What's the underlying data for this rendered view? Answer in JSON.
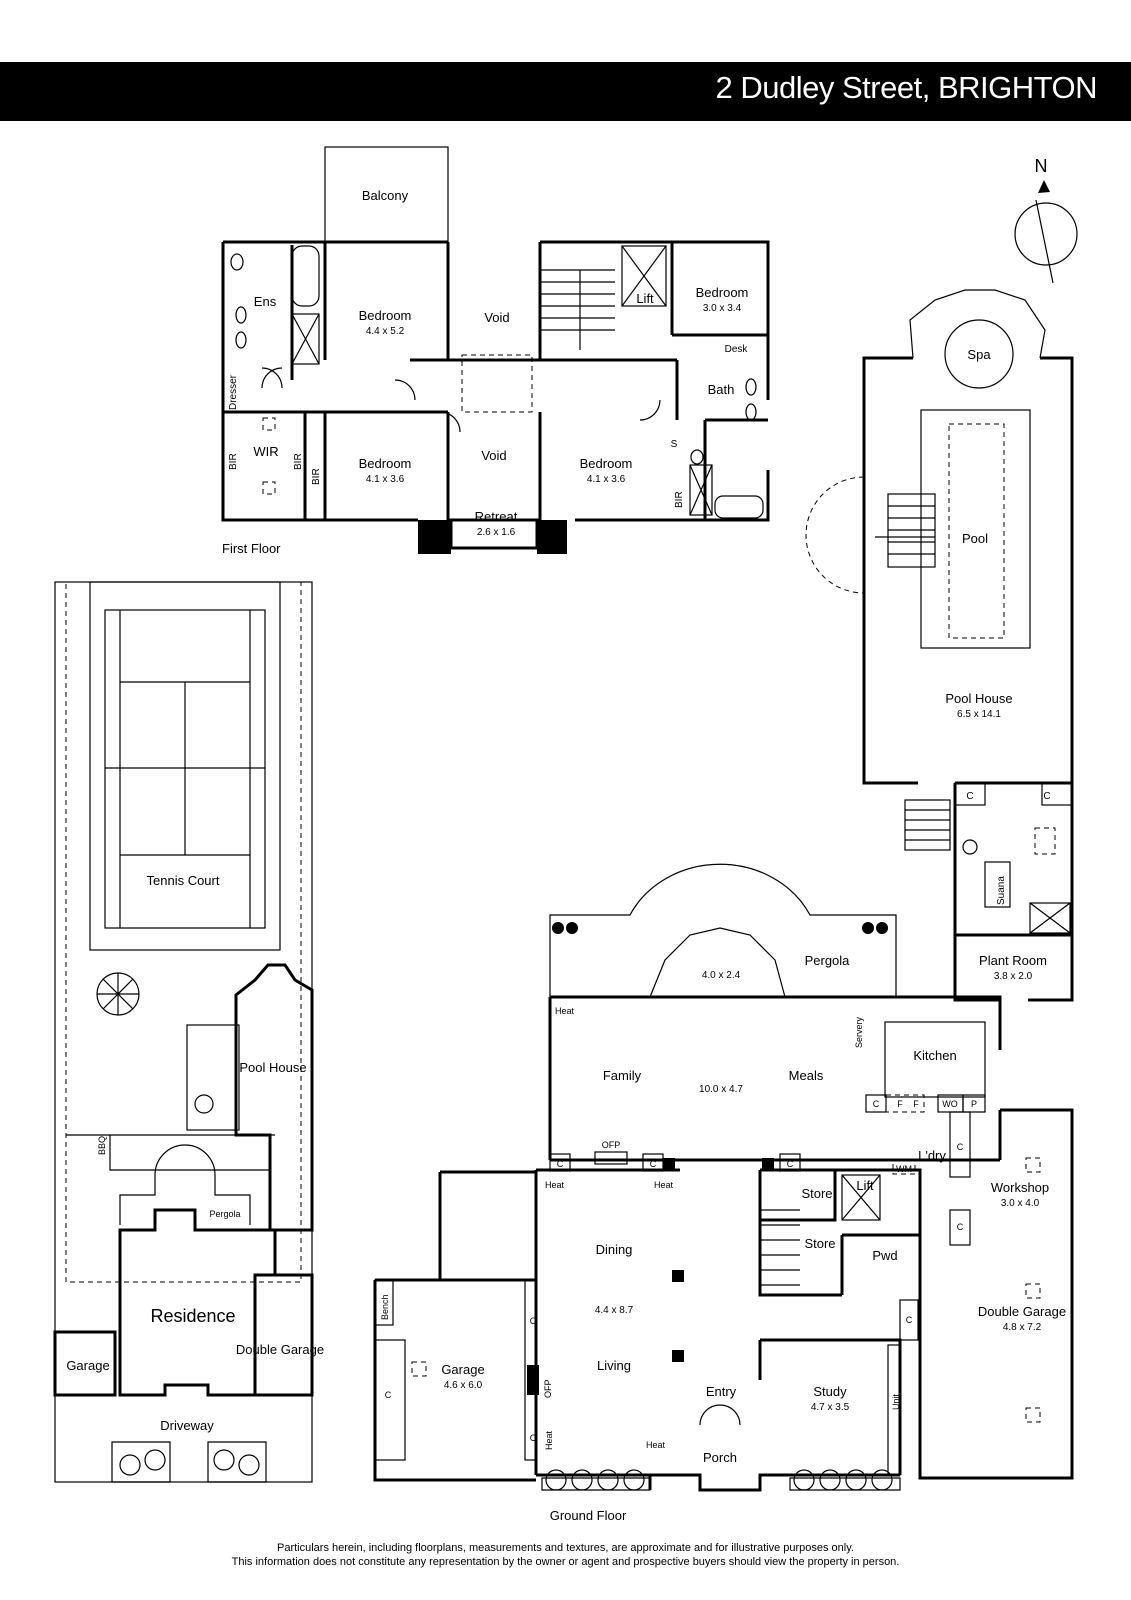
{
  "header": {
    "address": "2 Dudley Street, BRIGHTON"
  },
  "compass": {
    "letter": "N"
  },
  "first_floor": {
    "caption": "First Floor",
    "rooms": {
      "balcony": "Balcony",
      "ens": "Ens",
      "bedroom1": "Bedroom",
      "bedroom1_dim": "4.4 x 5.2",
      "void1": "Void",
      "lift": "Lift",
      "bedroom2": "Bedroom",
      "bedroom2_dim": "3.0 x 3.4",
      "desk": "Desk",
      "bath": "Bath",
      "dresser": "Dresser",
      "wir": "WIR",
      "bir1": "BIR",
      "bir2": "BIR",
      "bir3": "BIR",
      "bir4": "BIR",
      "bedroom3": "Bedroom",
      "bedroom3_dim": "4.1 x 3.6",
      "void2": "Void",
      "bedroom4": "Bedroom",
      "bedroom4_dim": "4.1 x 3.6",
      "s": "S",
      "retreat": "Retreat",
      "retreat_dim": "2.6 x 1.6"
    }
  },
  "site_plan": {
    "tennis": "Tennis Court",
    "pool_house": "Pool House",
    "bbq": "BBQ",
    "pergola": "Pergola",
    "residence": "Residence",
    "garage": "Garage",
    "double_garage": "Double Garage",
    "driveway": "Driveway"
  },
  "pool_house": {
    "spa": "Spa",
    "pool": "Pool",
    "pool_house": "Pool House",
    "pool_house_dim": "6.5 x 14.1",
    "c1": "C",
    "c2": "C",
    "suana": "Suana",
    "plant_room": "Plant Room",
    "plant_room_dim": "3.8 x 2.0"
  },
  "ground_floor": {
    "caption": "Ground Floor",
    "rooms": {
      "pergola": "Pergola",
      "bay_dim": "4.0 x 2.4",
      "heat1": "Heat",
      "family": "Family",
      "family_dim": "10.0 x 4.7",
      "meals": "Meals",
      "servery": "Servery",
      "kitchen": "Kitchen",
      "c1": "C",
      "f1": "F",
      "f2": "F",
      "wo": "WO",
      "p": "P",
      "c2": "C",
      "ofp1": "OFP",
      "c3": "C",
      "c4": "C",
      "heat2": "Heat",
      "heat3": "Heat",
      "store1": "Store",
      "lift": "Lift",
      "wm": "WM",
      "ldry": "L'dry",
      "workshop": "Workshop",
      "workshop_dim": "3.0 x 4.0",
      "store2": "Store",
      "pwd": "Pwd",
      "dining": "Dining",
      "dining_dim": "4.4 x 8.7",
      "living": "Living",
      "bench": "Bench",
      "garage": "Garage",
      "garage_dim": "4.6 x 6.0",
      "c5": "C",
      "c6": "C",
      "c7": "C",
      "ofp2": "OFP",
      "c8": "C",
      "heat4": "Heat",
      "heat5": "Heat",
      "entry": "Entry",
      "porch": "Porch",
      "study": "Study",
      "study_dim": "4.7 x 3.5",
      "unit": "Unit",
      "c9": "C",
      "double_garage": "Double Garage",
      "double_garage_dim": "4.8 x 7.2",
      "c10": "C",
      "c11": "C"
    }
  },
  "footer": {
    "line1": "Particulars herein, including floorplans, measurements and textures, are approximate and for illustrative purposes only.",
    "line2": "This information does not constitute any representation by the owner or agent and prospective buyers should view the property in person."
  }
}
